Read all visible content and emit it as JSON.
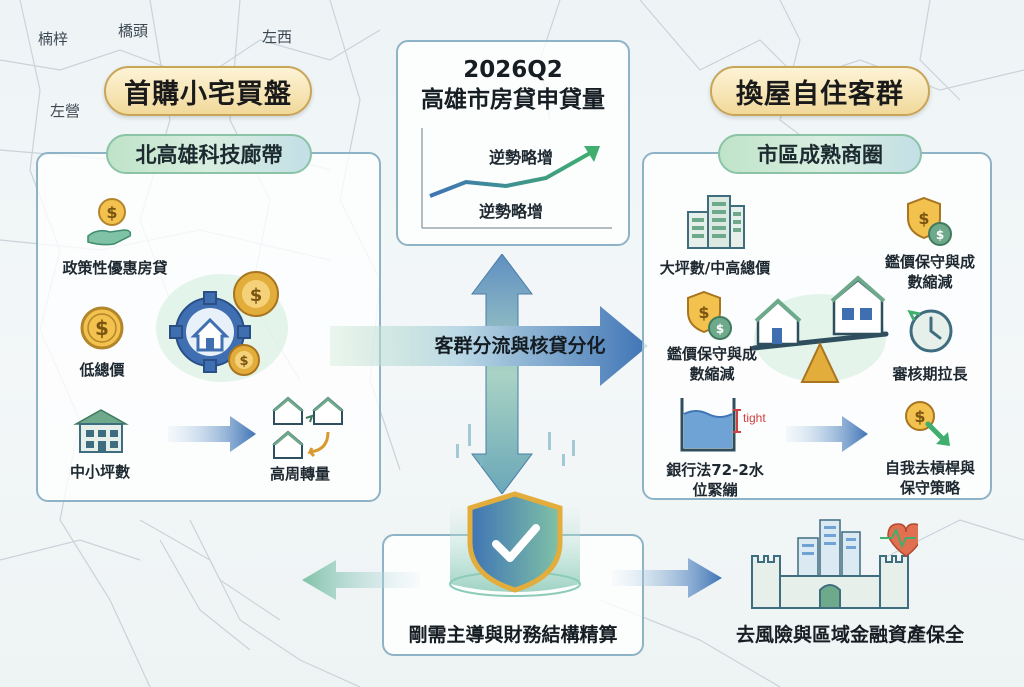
{
  "places": [
    "楠梓",
    "橋頭",
    "左西",
    "左營"
  ],
  "left_panel": {
    "title": "首購小宅買盤",
    "subtitle": "北高雄科技廊帶",
    "items": [
      "政策性優惠房貸",
      "低總價",
      "中小坪數",
      "高周轉量"
    ]
  },
  "center_top": {
    "title_line1": "2026Q2",
    "title_line2": "高雄市房貸申貸量",
    "trend_top": "逆勢略增",
    "trend_bottom": "逆勢略增"
  },
  "right_panel": {
    "title": "換屋自住客群",
    "subtitle": "市區成熟商圈",
    "items": [
      "大坪數/中高總價",
      "鑑價保守與成數縮減",
      "鑑價保守與成數縮減",
      "審核期拉長",
      "銀行法72-2水位緊繃",
      "自我去槓桿與保守策略"
    ],
    "tight_tag": "tight"
  },
  "center_arrow_label": "客群分流與核貸分化",
  "bottom": {
    "center_label": "剛需主導與財務結構精算",
    "right_label": "去風險與區域金融資產保全"
  },
  "colors": {
    "gold": "#f1d99a",
    "green": "#bfe3c8",
    "blue": "#3f74b5",
    "teal": "#7fc2a6"
  }
}
